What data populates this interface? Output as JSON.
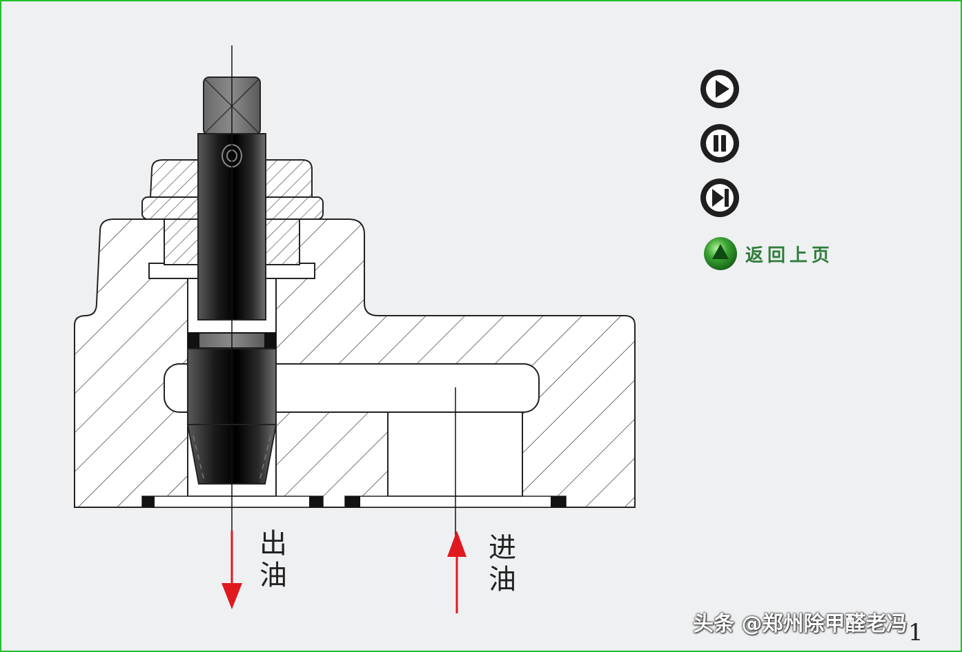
{
  "labels": {
    "outlet": "出油",
    "inlet": "进油"
  },
  "controls": {
    "back_label": "返回上页",
    "icons": [
      "play-icon",
      "pause-icon",
      "step-forward-icon",
      "up-arrow-icon"
    ]
  },
  "watermark": "头条 @郑州除甲醛老冯",
  "page_number": "1",
  "colors": {
    "frame": "#1fbf2a",
    "flow_arrow": "#e0191f",
    "button": "#1f1f1f",
    "back_button": "#3aa332",
    "back_label": "#2f7d3a"
  }
}
